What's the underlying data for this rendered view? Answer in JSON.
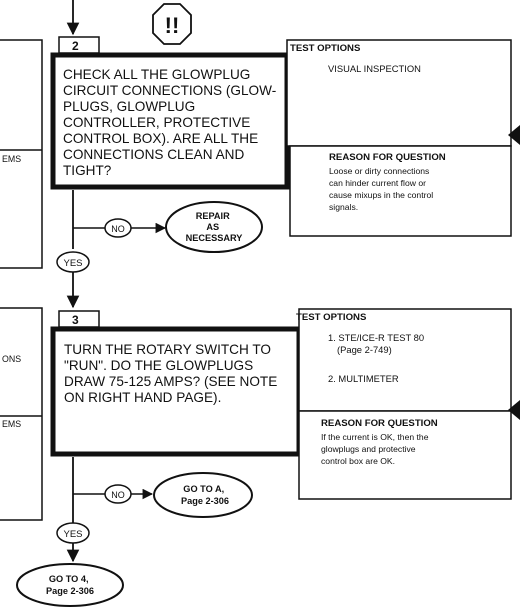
{
  "warning_symbol": "!!",
  "left_fragments": {
    "ems_1": "EMS",
    "ons": "ONS",
    "ems_2": "EMS"
  },
  "step2": {
    "number": "2",
    "question_lines": [
      "CHECK ALL THE GLOWPLUG",
      "CIRCUIT CONNECTIONS (GLOW-",
      "PLUGS, GLOWPLUG",
      "CONTROLLER, PROTECTIVE",
      "CONTROL BOX). ARE ALL THE",
      "CONNECTIONS CLEAN AND",
      "TIGHT?"
    ],
    "test_options_header": "TEST OPTIONS",
    "test_options": [
      "VISUAL INSPECTION"
    ],
    "reason_header": "REASON FOR QUESTION",
    "reason_lines": [
      "Loose or dirty connections",
      "can hinder current flow or",
      "cause mixups in the control",
      "signals."
    ],
    "no_label": "NO",
    "no_action_lines": [
      "REPAIR",
      "AS",
      "NECESSARY"
    ],
    "yes_label": "YES"
  },
  "step3": {
    "number": "3",
    "question_lines": [
      "TURN THE ROTARY SWITCH TO",
      "\"RUN\". DO THE GLOWPLUGS",
      "DRAW 75-125 AMPS? (SEE NOTE",
      "ON RIGHT HAND PAGE)."
    ],
    "test_options_header": "TEST OPTIONS",
    "test_options": [
      {
        "line1": "1. STE/ICE-R TEST 80",
        "line2": "(Page 2-749)"
      },
      {
        "line1": "2. MULTIMETER",
        "line2": ""
      }
    ],
    "reason_header": "REASON FOR QUESTION",
    "reason_lines": [
      "If the current is OK, then the",
      "glowplugs and protective",
      "control box are OK."
    ],
    "no_label": "NO",
    "no_action_lines": [
      "GO TO A,",
      "Page 2-306"
    ],
    "yes_label": "YES",
    "yes_action_lines": [
      "GO TO 4,",
      "Page 2-306"
    ]
  }
}
